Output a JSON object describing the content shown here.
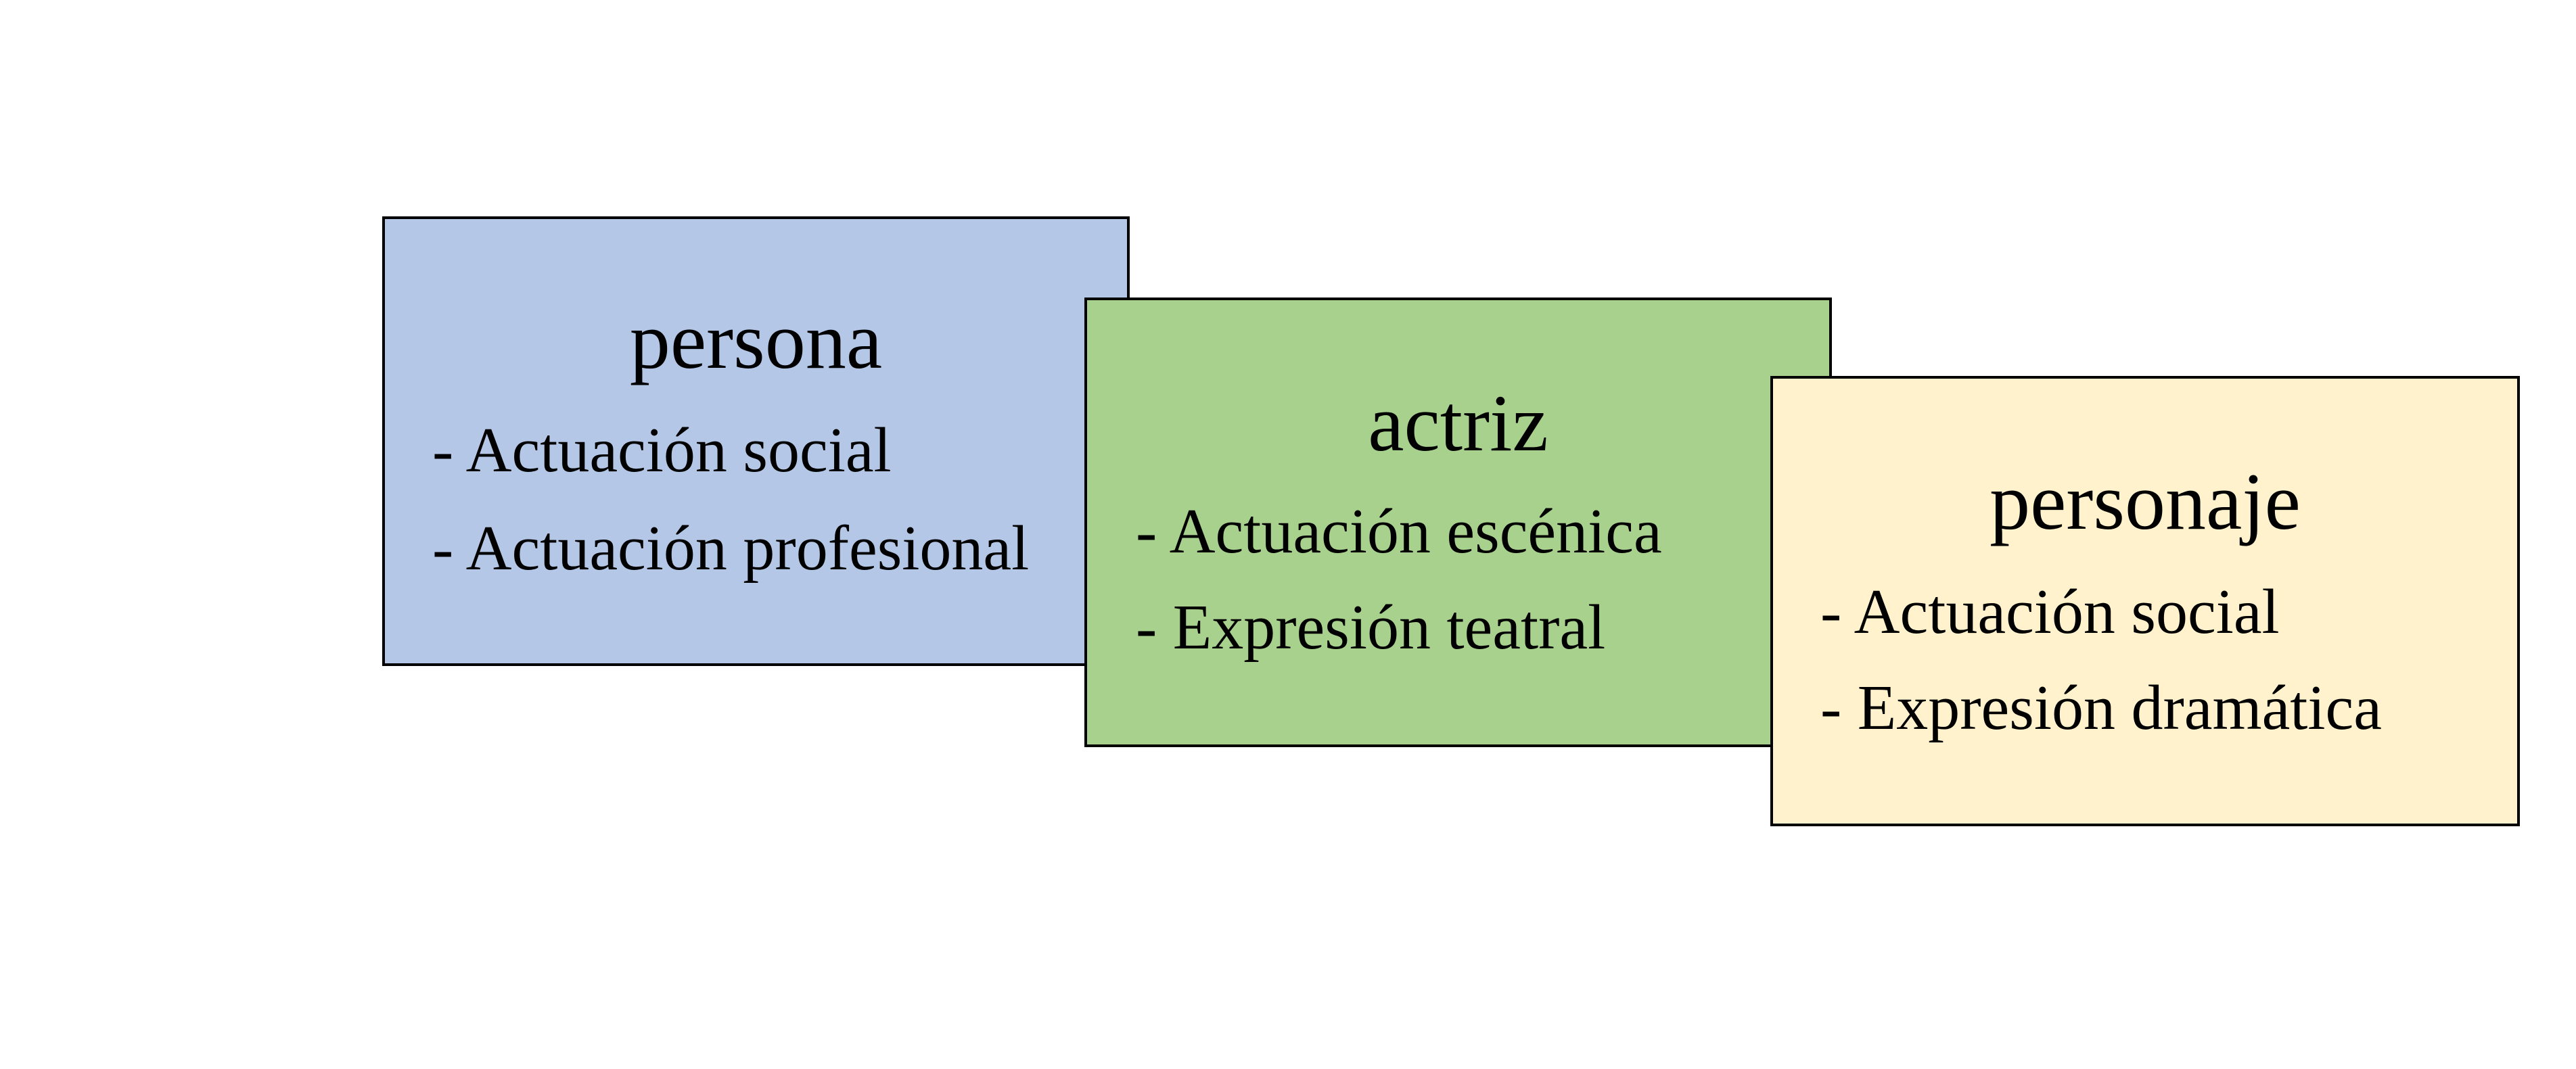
{
  "cards": [
    {
      "title": "persona",
      "items": [
        "- Actuación social",
        "- Actuación profesional"
      ],
      "color": "#b4c7e7"
    },
    {
      "title": "actriz",
      "items": [
        "- Actuación escénica",
        "- Expresión teatral"
      ],
      "color": "#a9d18e"
    },
    {
      "title": "personaje",
      "items": [
        "- Actuación social",
        "- Expresión dramática"
      ],
      "color": "#fff2cc"
    }
  ]
}
